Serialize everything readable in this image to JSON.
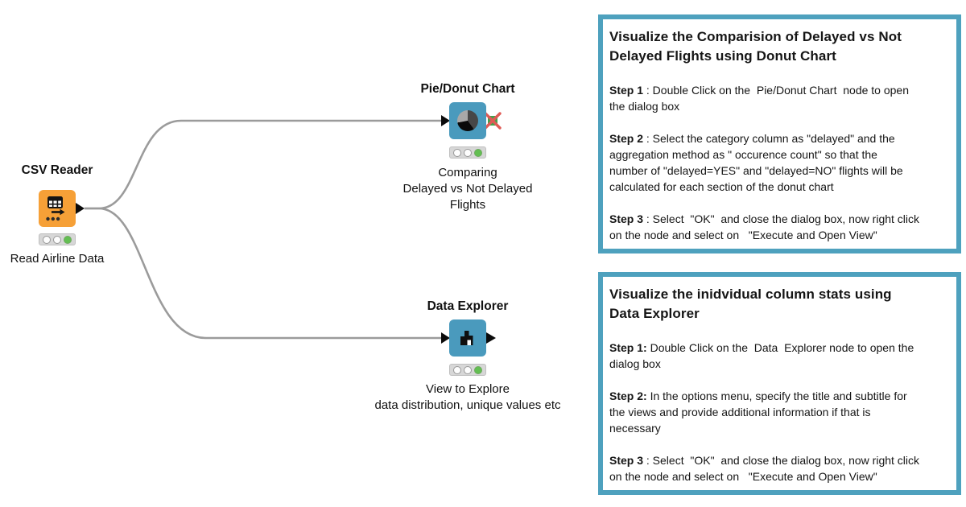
{
  "workflow": {
    "nodes": [
      {
        "name": "CSV Reader",
        "comment": "Read Airline Data",
        "icon": "csv-table-icon",
        "color": "#F6A037",
        "status_lights": [
          "off",
          "off",
          "green"
        ]
      },
      {
        "name": "Pie/Donut Chart",
        "comment": "Comparing\nDelayed vs Not Delayed\nFlights",
        "icon": "pie-chart-icon",
        "color": "#4A9ABD",
        "status_lights": [
          "off",
          "off",
          "green"
        ],
        "output_port_icon": "image-port-disabled-icon"
      },
      {
        "name": "Data Explorer",
        "comment": "View to Explore\ndata distribution, unique values etc",
        "icon": "histogram-icon",
        "color": "#4A9ABD",
        "status_lights": [
          "off",
          "off",
          "green"
        ]
      }
    ],
    "connections": [
      {
        "from": "CSV Reader",
        "to": "Pie/Donut Chart"
      },
      {
        "from": "CSV Reader",
        "to": "Data Explorer"
      }
    ]
  },
  "annotations": [
    {
      "title": "Visualize the Comparision of Delayed vs Not\nDelayed Flights using Donut Chart",
      "steps": [
        {
          "label": "Step 1",
          "text": " : Double Click on the  Pie/Donut Chart  node to open\nthe dialog box"
        },
        {
          "label": "Step 2",
          "text": " : Select the category column as \"delayed\" and the\naggregation method as \" occurence count\" so that the\nnumber of \"delayed=YES\" and \"delayed=NO\" flights will be\ncalculated for each section of the donut chart"
        },
        {
          "label": "Step 3",
          "text": " : Select  \"OK\"  and close the dialog box, now right click\non the node and select on   \"Execute and Open View\""
        }
      ]
    },
    {
      "title": "Visualize the inidvidual column stats using\nData Explorer",
      "steps": [
        {
          "label": "Step 1:",
          "text": " Double Click on the  Data  Explorer node to open the\ndialog box"
        },
        {
          "label": "Step 2:",
          "text": " In the options menu, specify the title and subtitle for\nthe views and provide additional information if that is\nnecessary"
        },
        {
          "label": "Step 3",
          "text": " : Select  \"OK\"  and close the dialog box, now right click\non the node and select on   \"Execute and Open View\""
        }
      ]
    }
  ],
  "colors": {
    "annotation_border": "#4EA1BE",
    "node_orange": "#F6A037",
    "node_blue": "#4A9ABD",
    "status_green": "#63BF52",
    "wire_gray": "#9B9B9B",
    "port_green": "#45A04A",
    "port_red_x": "#E05A55"
  }
}
